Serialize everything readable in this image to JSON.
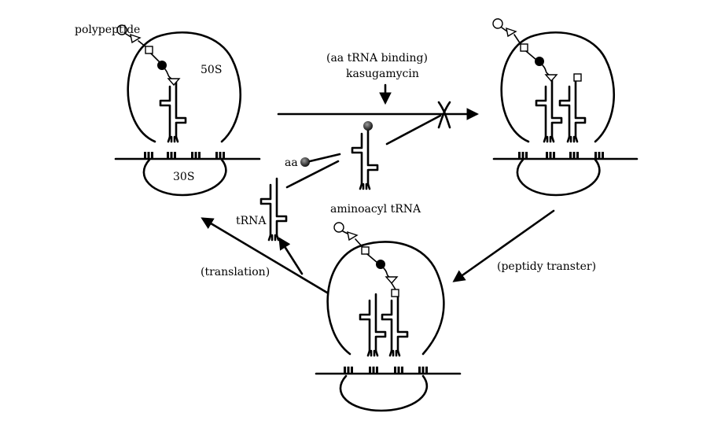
{
  "labels": {
    "polypeptide": "polypeptide",
    "subunit_50s": "50S",
    "subunit_30s": "30S",
    "aa_trna_binding": "(aa tRNA binding)",
    "kasugamycin": "kasugamycin",
    "aa": "aa",
    "trna": "tRNA",
    "aminoacyl_trna": "aminoacyl tRNA",
    "translation": "(translation)",
    "peptidy_transter": "(peptidy transter)"
  },
  "colors": {
    "ink": "#000000",
    "aa_sphere": "#4a4a4a",
    "background": "#ffffff"
  },
  "icons": {
    "block": "x-mark-icon",
    "arrow": "arrowhead-icon"
  }
}
